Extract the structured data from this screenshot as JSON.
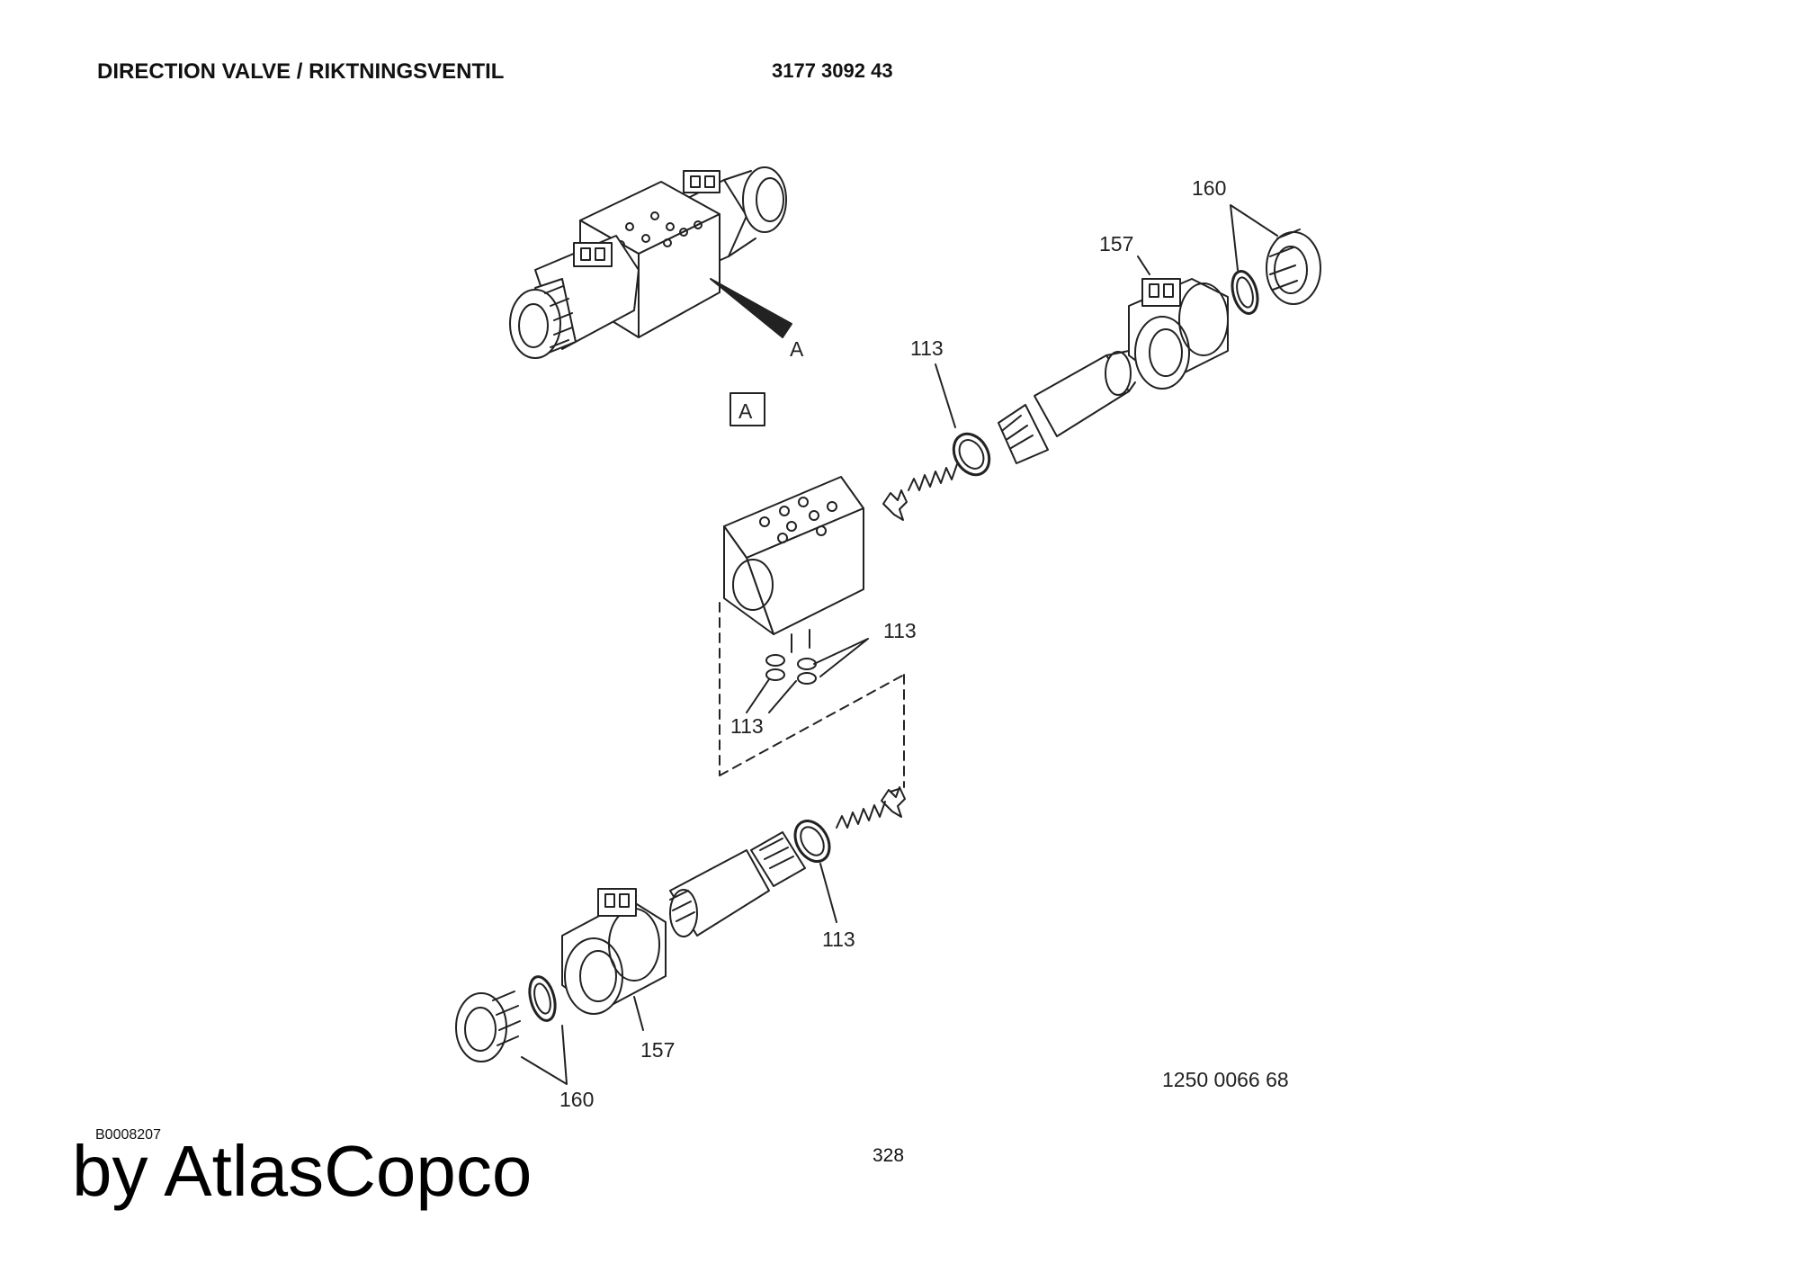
{
  "header": {
    "title": "DIRECTION VALVE / RIKTNINGSVENTIL",
    "part_number": "3177 3092 43"
  },
  "diagram": {
    "callouts": {
      "view_arrow": "A",
      "view_box": "A",
      "oring_upper_right": "113",
      "orings_mid_right": "113",
      "orings_mid_left": "113",
      "oring_lower": "113",
      "coil_upper": "157",
      "coil_lower": "157",
      "nut_upper": "160",
      "nut_lower": "160"
    },
    "drawing_number": "1250 0066 68"
  },
  "footer": {
    "figure_ref": "B0008207",
    "page_number": "328",
    "brand": "by AtlasCopco"
  }
}
